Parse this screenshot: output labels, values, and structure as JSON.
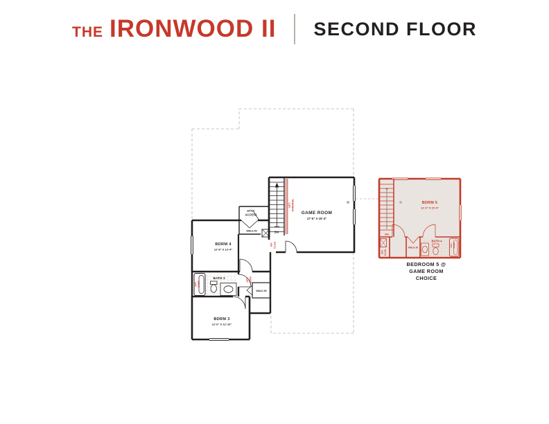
{
  "header": {
    "prefix": "THE",
    "title": "IRONWOOD II",
    "subtitle": "SECOND FLOOR"
  },
  "colors": {
    "brand_red": "#c5392a",
    "ink": "#231f20",
    "dashed_outline": "#cdc5bb",
    "option_fill": "#e9e4df"
  },
  "plan": {
    "game_room": {
      "label": "GAME ROOM",
      "dims": "17'-6\" X 15'-4\""
    },
    "bdrm4": {
      "label": "BDRM 4",
      "dims": "12'-8\" X 13'-4\""
    },
    "bath3": {
      "label": "BATH 3"
    },
    "bdrm3": {
      "label": "BDRM 3",
      "dims": "12'-0\" X 12'-10\""
    },
    "walkin_top": "WALK-IN",
    "walkin_bottom": "WALK-IN",
    "attic_line1": "ATTIC",
    "attic_line2": "ACCESS",
    "down": "DN",
    "handrail_line1": "OPT.",
    "handrail_line2": "HANDRAIL",
    "ah_line1": "A/H",
    "ah_line2": "CLOS.",
    "opt_door_line1": "OPT.",
    "opt_door_line2": "DOOR",
    "opt_shwr_line1": "OPT.",
    "opt_shwr_line2": "SHWR"
  },
  "option": {
    "bdrm5": {
      "label": "BDRM 5",
      "dims": "12'-0\" X 15'-4\""
    },
    "bath4": {
      "label": "BATH 4"
    },
    "walkin": "WALK-IN",
    "down": "DN",
    "ah_line1": "A/H",
    "ah_line2": "CLOS.",
    "opt_shwr_line1": "OPT.",
    "opt_shwr_line2": "SHWR",
    "caption": {
      "line1": "BEDROOM 5 @",
      "line2": "GAME ROOM",
      "line3": "CHOICE"
    }
  }
}
